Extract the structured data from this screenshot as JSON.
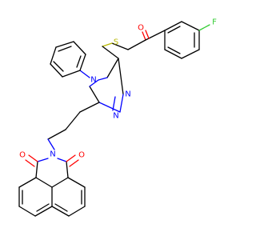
{
  "molecule": {
    "atoms": {
      "fluorine": "F",
      "oxygen_ketone": "O",
      "sulfur": "S",
      "nitrogen_n4": "N",
      "nitrogen_n1": "N",
      "nitrogen_n2": "N",
      "oxygen_imide_left": "O",
      "oxygen_imide_right": "O",
      "nitrogen_imide": "N"
    },
    "colors": {
      "bond": "#000000",
      "nitrogen": "#0000ff",
      "oxygen": "#ff0000",
      "sulfur": "#b8b800",
      "fluorine": "#33cc33",
      "background": "#ffffff"
    }
  }
}
